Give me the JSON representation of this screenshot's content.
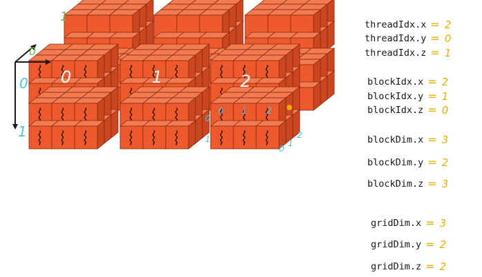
{
  "diagram": {
    "axis_labels": {
      "x": "0",
      "y": "0",
      "z": "1"
    },
    "axis_color": "#1a1a1a",
    "block_labels": [
      "0",
      "1",
      "2"
    ],
    "grid_row_labels": [
      "0",
      "1"
    ],
    "thread_marker_labels": [
      "0",
      "1",
      "2"
    ],
    "thread_depth_labels": [
      "0",
      "1",
      "2"
    ],
    "colors": {
      "cube_front": "#ee5a2c",
      "cube_top": "#f37b52",
      "cube_side": "#c9461f",
      "cube_edge": "#8a2a10",
      "annotation_white": "#ffffff",
      "annotation_cyan": "#4fc3e8",
      "annotation_green": "#6fbf4a",
      "highlight_dot": "#f5a300"
    }
  },
  "variables": [
    {
      "name": "threadIdx.x",
      "value": "2"
    },
    {
      "name": "threadIdx.y",
      "value": "0"
    },
    {
      "name": "threadIdx.z",
      "value": "1"
    },
    {
      "name": "blockIdx.x",
      "value": "2"
    },
    {
      "name": "blockIdx.y",
      "value": "1"
    },
    {
      "name": "blockIdx.z",
      "value": "0"
    },
    {
      "name": "blockDim.x",
      "value": "3"
    },
    {
      "name": "blockDim.y",
      "value": "2"
    },
    {
      "name": "blockDim.z",
      "value": "3"
    },
    {
      "name": "gridDim.x",
      "value": "3"
    },
    {
      "name": "gridDim.y",
      "value": "2"
    },
    {
      "name": "gridDim.z",
      "value": "2"
    }
  ]
}
